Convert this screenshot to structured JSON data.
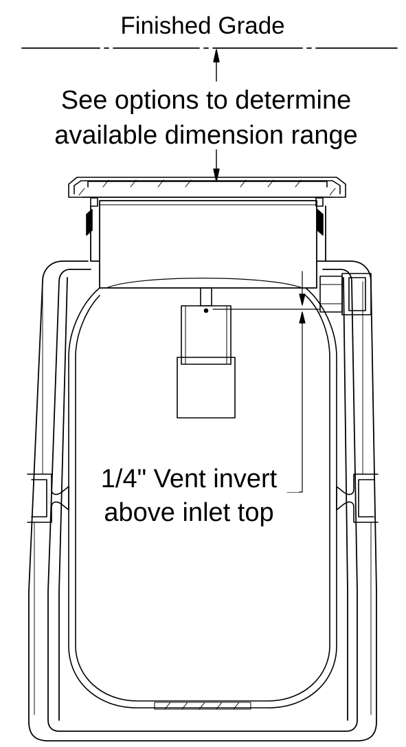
{
  "labels": {
    "finished_grade": "Finished Grade",
    "options_line1": "See options to determine",
    "options_line2": "available dimension range",
    "vent_line1": "1/4\" Vent invert",
    "vent_line2": "above inlet top"
  },
  "colors": {
    "line": "#000000",
    "background": "#ffffff"
  }
}
